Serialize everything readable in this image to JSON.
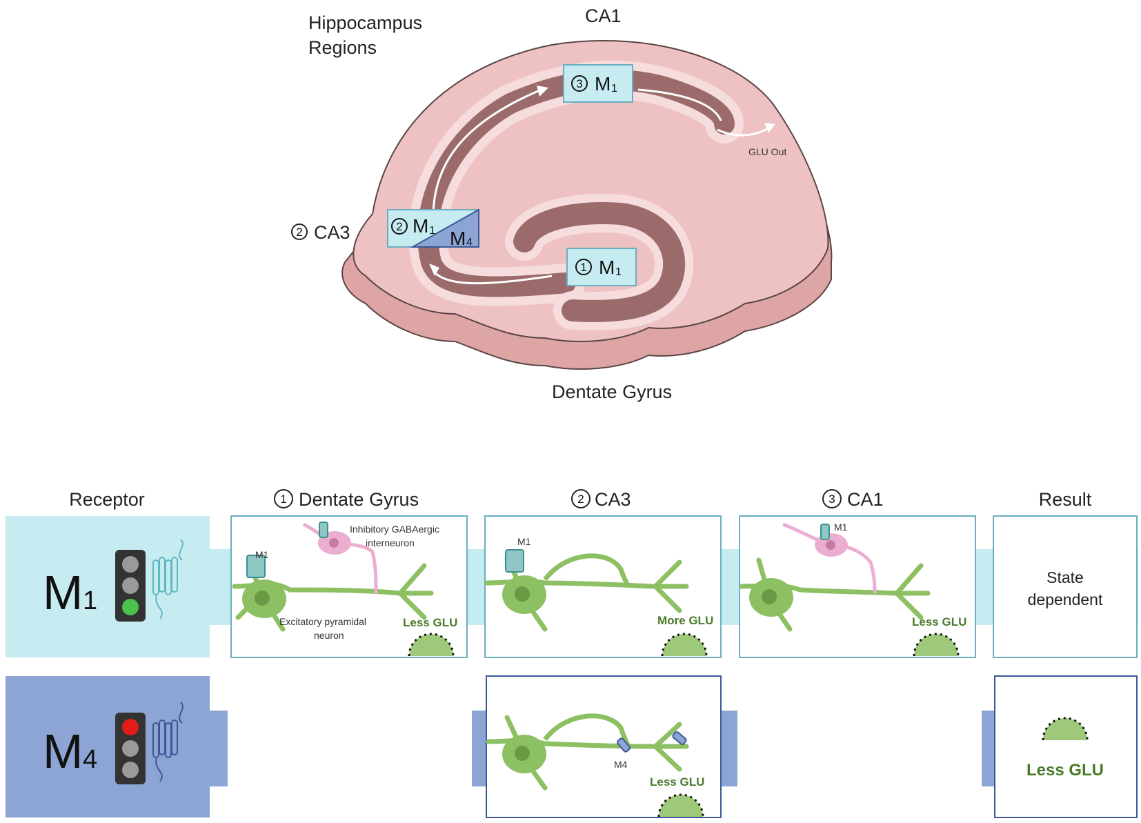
{
  "top": {
    "title_line1": "Hippocampus",
    "title_line2": "Regions",
    "ca1": "CA1",
    "ca3_num": "2",
    "ca3": "CA3",
    "dentate": "Dentate Gyrus",
    "glu_out": "GLU Out",
    "box3": {
      "num": "3",
      "m": "M",
      "sub": "1"
    },
    "box2": {
      "num": "2",
      "m": "M",
      "sub": "1",
      "m2": "M",
      "sub2": "4"
    },
    "box1": {
      "num": "1",
      "m": "M",
      "sub": "1"
    }
  },
  "headers": {
    "receptor": "Receptor",
    "dg_num": "1",
    "dg": "Dentate Gyrus",
    "ca3_num": "2",
    "ca3": "CA3",
    "ca1_num": "3",
    "ca1": "CA1",
    "result": "Result"
  },
  "m1_row": {
    "label": "M",
    "label_sub": "1",
    "dg_m1": "M1",
    "dg_inhibitory_1": "Inhibitory GABAergic",
    "dg_inhibitory_2": "interneuron",
    "dg_excitatory_1": "Excitatory pyramidal",
    "dg_excitatory_2": "neuron",
    "dg_effect": "Less GLU",
    "ca3_m1": "M1",
    "ca3_effect": "More GLU",
    "ca1_m1": "M1",
    "ca1_effect": "Less GLU",
    "result_1": "State",
    "result_2": "dependent"
  },
  "m4_row": {
    "label": "M",
    "label_sub": "4",
    "ca3_m4": "M4",
    "ca3_effect": "Less GLU",
    "result": "Less GLU"
  },
  "colors": {
    "tissue": "#eec2c2",
    "tissue_dark": "#dea5a5",
    "path": "#9b6b6b",
    "m1_fill": "#c6ecf2",
    "m4_fill": "#8ca5d5",
    "neuron": "#8dc063",
    "interneuron": "#ecaed0",
    "green_light": "#4bc24b",
    "red_light": "#e21b1b"
  }
}
